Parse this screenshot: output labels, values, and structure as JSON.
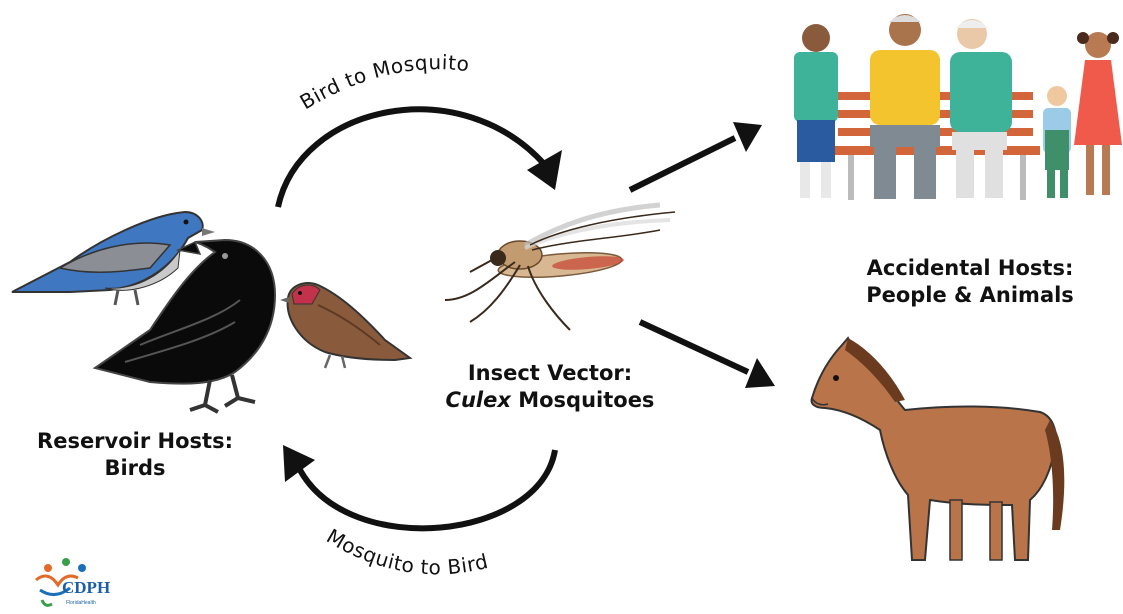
{
  "arcs": {
    "top_label": "Bird to Mosquito",
    "bottom_label": "Mosquito to Bird"
  },
  "labels": {
    "reservoir_line1": "Reservoir Hosts:",
    "reservoir_line2": "Birds",
    "vector_line1": "Insect Vector:",
    "vector_italic": "Culex",
    "vector_rest": " Mosquitoes",
    "accidental_line1": "Accidental Hosts:",
    "accidental_line2": "People & Animals"
  },
  "logo": {
    "text": "CDPH",
    "subtext": "FloridaHealth"
  },
  "icons": [
    "bluebird-icon",
    "crow-icon",
    "finch-icon",
    "mosquito-icon",
    "people-bench-icon",
    "horse-icon"
  ],
  "colors": {
    "arrow": "#111111",
    "bluebird": "#3f78c0",
    "crow": "#0a0a0a",
    "finch": "#8a5a3c",
    "horse": "#b9744a",
    "mosquito": "#c9a57a"
  }
}
